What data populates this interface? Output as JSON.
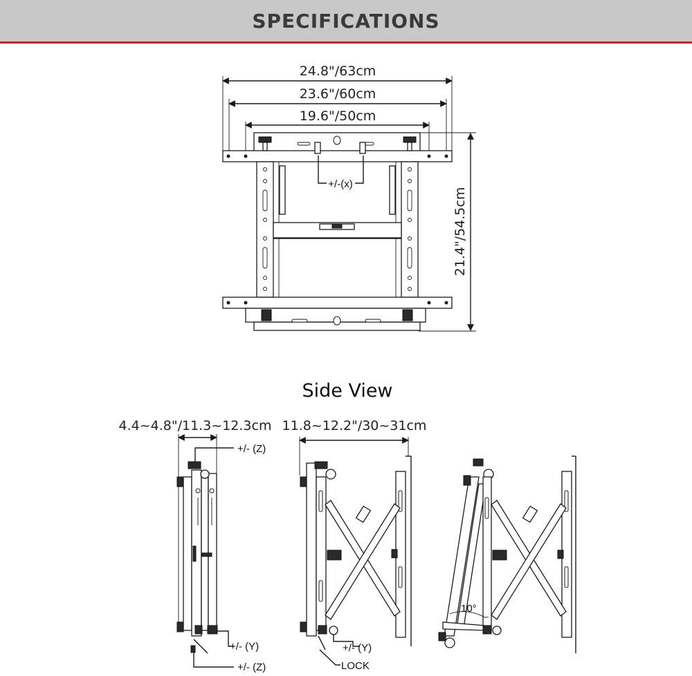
{
  "header": {
    "title": "SPECIFICATIONS"
  },
  "front_view": {
    "width_outer": "24.8\"/63cm",
    "width_middle": "23.6\"/60cm",
    "width_inner": "19.6\"/50cm",
    "height": "21.4\"/54.5cm",
    "x_adjust": "+/-(x)"
  },
  "side_view": {
    "title": "Side View",
    "depth_closed": "4.4~4.8\"/11.3~12.3cm",
    "depth_open": "11.8~12.2\"/30~31cm",
    "z_adjust_top": "+/- (Z)",
    "y_adjust_1": "+/- (Y)",
    "z_adjust_bottom": "+/- (Z)",
    "y_adjust_2": "+/- (Y)",
    "lock": "LOCK",
    "tilt_angle": "10°"
  }
}
